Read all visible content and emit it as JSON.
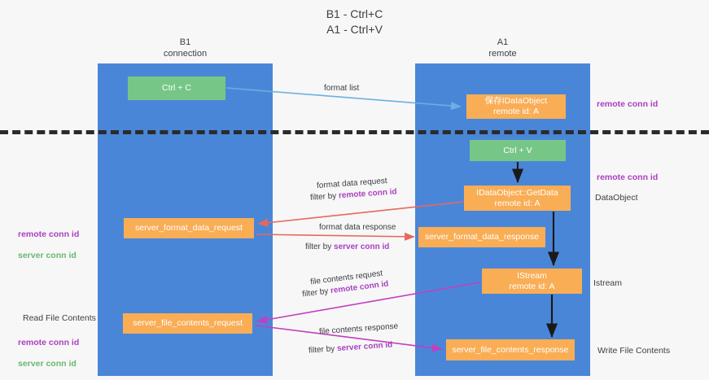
{
  "title": "B1 - Ctrl+C\nA1 - Ctrl+V",
  "lanes": {
    "left": {
      "header": "B1\nconnection",
      "color": "#4a86d8"
    },
    "right": {
      "header": "A1\nremote",
      "color": "#4a86d8"
    }
  },
  "colors": {
    "lane": "#4a86d8",
    "green_node": "#76c787",
    "orange_node": "#f9ad55",
    "purple_text": "#aa3fc0",
    "green_text": "#67b96f",
    "red_arrow": "#e8685a",
    "magenta_arrow": "#c23fbf",
    "blue_arrow": "#6bb0e0",
    "black_arrow": "#1a1a1a",
    "divider": "#2b2b2b"
  },
  "nodes": {
    "ctrl_c": {
      "label": "Ctrl + C"
    },
    "idataobject": {
      "line1": "保存IDataObject",
      "line2": "remote id: A"
    },
    "ctrl_v": {
      "label": "Ctrl + V"
    },
    "getdata": {
      "line1": "IDataObject::GetData",
      "line2": "remote id: A"
    },
    "server_format_data_request": {
      "label": "server_format_data_request"
    },
    "server_format_data_response": {
      "label": "server_format_data_response"
    },
    "istream": {
      "line1": "IStream",
      "line2": "remote id: A"
    },
    "server_file_contents_request": {
      "label": "server_file_contents_request"
    },
    "server_file_contents_response": {
      "label": "server_file_contents_response"
    }
  },
  "side_labels": {
    "remote_conn_id_top": "remote conn id",
    "remote_conn_id_mid": "remote conn id",
    "dataobject": "DataObject",
    "istream": "Istream",
    "write_file_contents": "Write File Contents",
    "read_file_contents": "Read File Contents",
    "remote_conn_id_left": "remote conn id",
    "server_conn_id_left": "server conn id",
    "remote_conn_id_left2": "remote conn id",
    "server_conn_id_left2": "server conn id"
  },
  "edge_labels": {
    "format_list": "format list",
    "format_data_request": "format data request",
    "format_data_request_filter_prefix": "filter by ",
    "format_data_request_filter_key": "remote conn id",
    "format_data_response": "format data response",
    "format_data_response_filter_prefix": "filter by ",
    "format_data_response_filter_key": "server conn id",
    "file_contents_request": "file contents request",
    "file_contents_request_filter_prefix": "filter by ",
    "file_contents_request_filter_key": "remote conn id",
    "file_contents_response": "file contents response",
    "file_contents_response_filter_prefix": "filter by ",
    "file_contents_response_filter_key": "server conn id"
  }
}
